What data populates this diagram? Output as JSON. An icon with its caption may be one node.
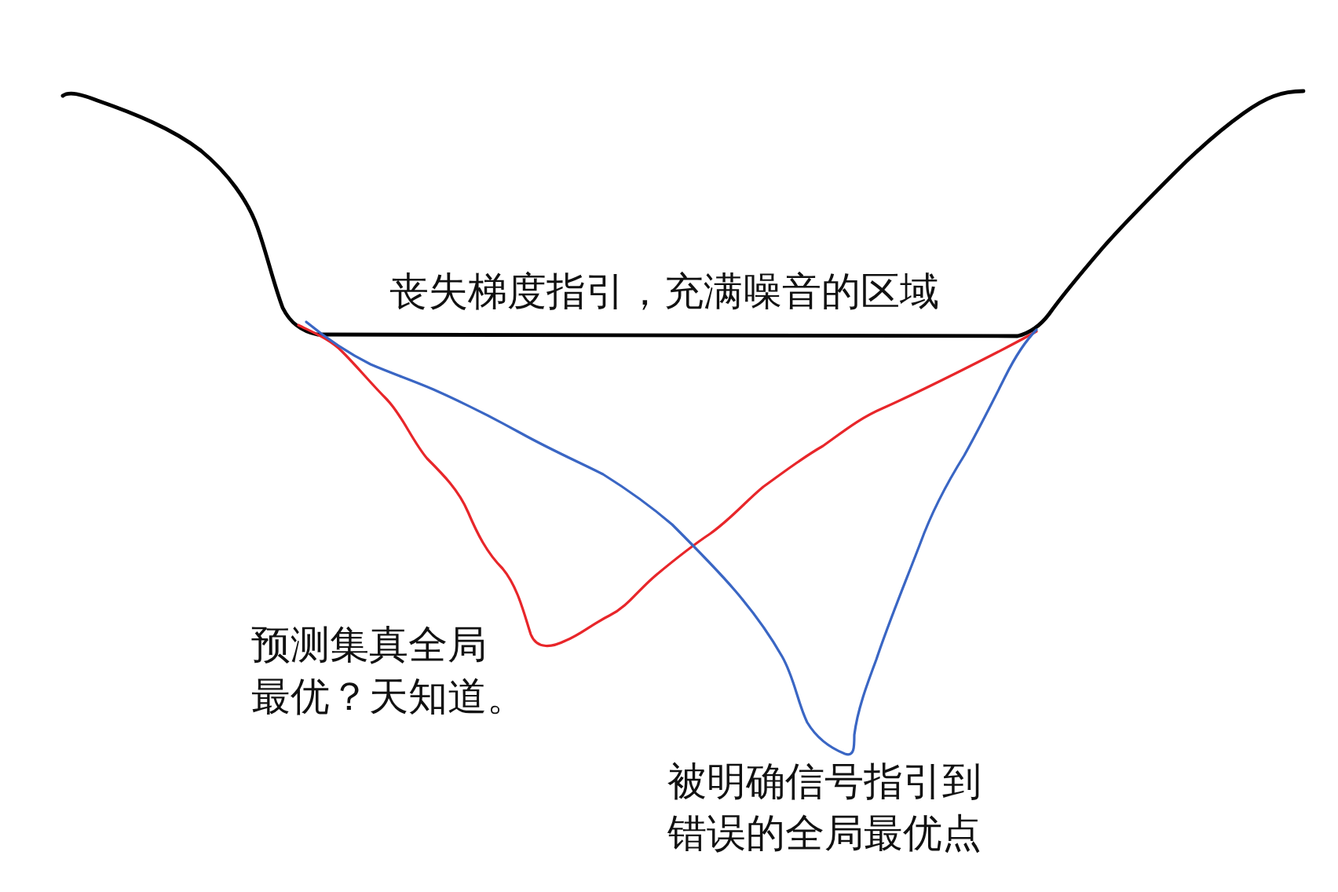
{
  "diagram": {
    "labels": [
      "丧失梯度指引，充满噪音的区域",
      "预测集真全局最优？天知道。",
      "被明确信号指引到错误的全局最优点"
    ]
  }
}
